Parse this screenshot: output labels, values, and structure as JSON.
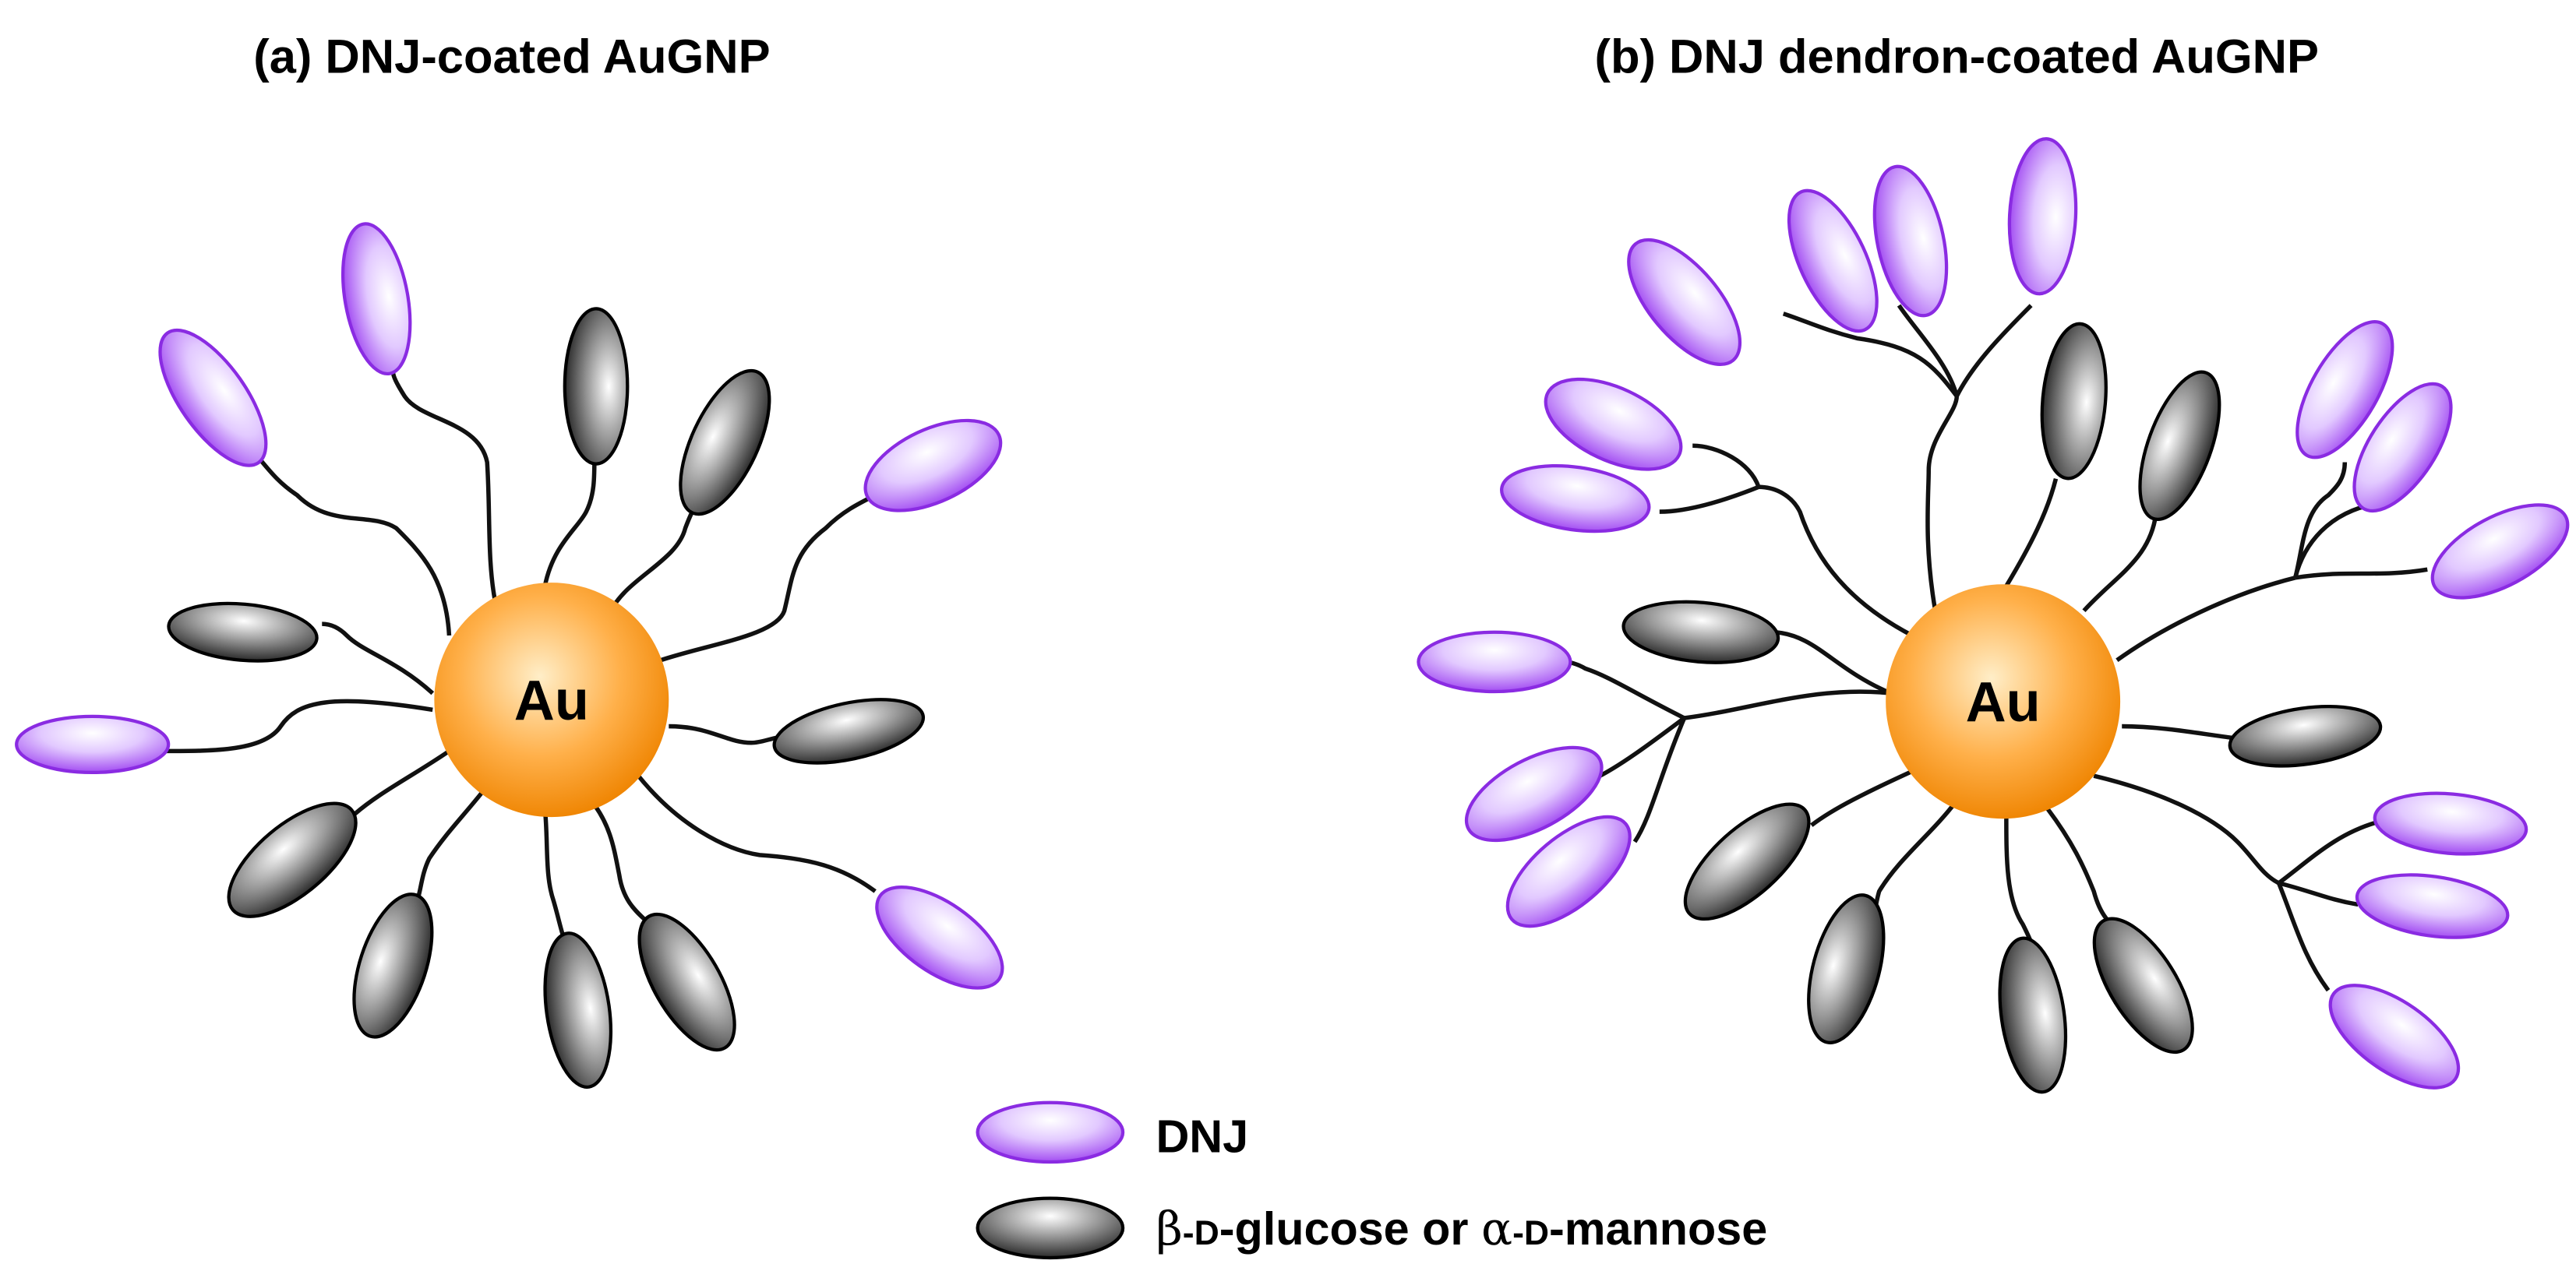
{
  "panels": {
    "a": {
      "title": "(a) DNJ-coated AuGNP",
      "core_label": "Au"
    },
    "b": {
      "title": "(b) DNJ dendron-coated AuGNP",
      "core_label": "Au"
    }
  },
  "legend": {
    "dnj": {
      "label": "DNJ"
    },
    "sugar": {
      "label_beta": "β",
      "label_d1": "-D",
      "label_mid": "-glucose or ",
      "label_alpha": "α",
      "label_d2": "-D",
      "label_end": "-mannose"
    }
  },
  "colors": {
    "dnj_highlight": "#ffffff",
    "dnj_mid": "#e2c9ff",
    "dnj_edge": "#9a3cf0",
    "sugar_highlight": "#ffffff",
    "sugar_mid": "#9a9a9a",
    "sugar_edge": "#1a1a1a",
    "gold_highlight": "#ffeec8",
    "gold_mid": "#ffb04a",
    "gold_edge": "#ef8400"
  }
}
